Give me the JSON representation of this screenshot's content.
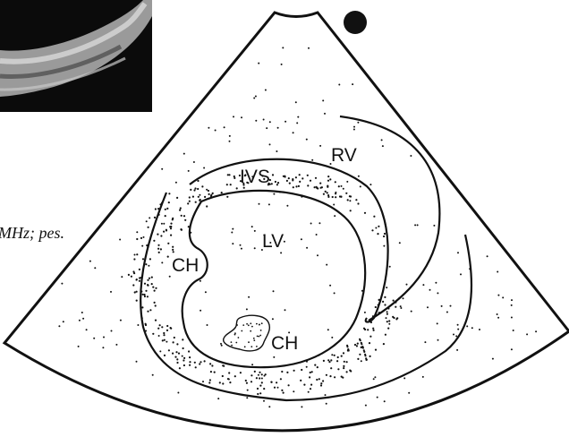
{
  "labels": {
    "rv": "RV",
    "ivs": "IVS",
    "lv": "LV",
    "ch_left": "CH",
    "ch_bottom": "CH"
  },
  "caption_fragment": "MHz; pes.",
  "colors": {
    "ink": "#111111",
    "background": "#ffffff"
  }
}
